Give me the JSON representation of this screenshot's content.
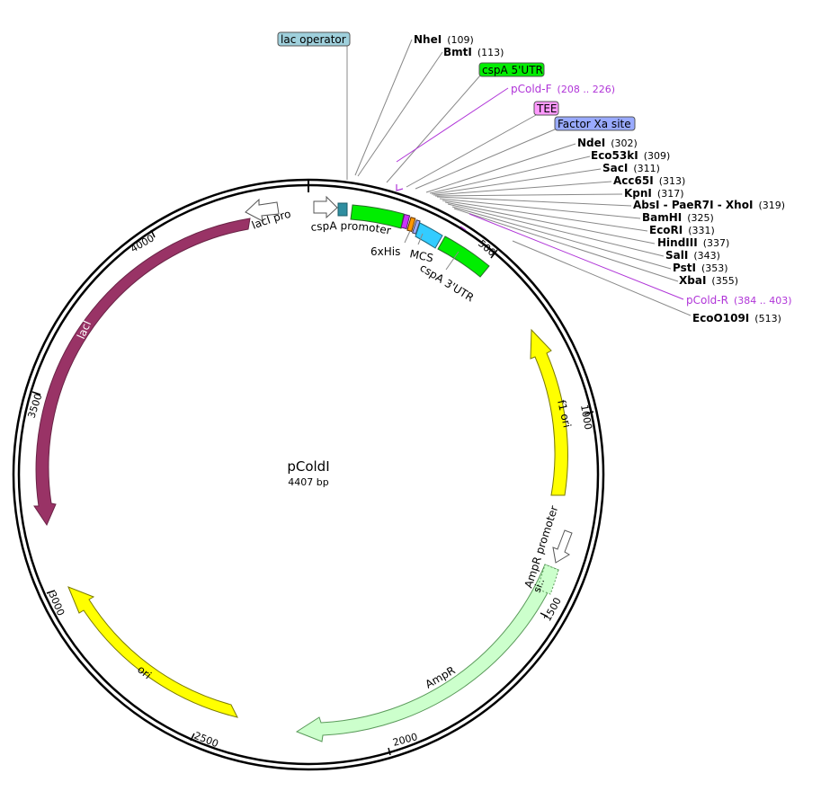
{
  "map": {
    "name": "pColdI",
    "size": "4407 bp"
  },
  "ticks": [
    "500",
    "1000",
    "1500",
    "2000",
    "2500",
    "3000",
    "3500",
    "4000"
  ],
  "features": {
    "lacI": "lacI",
    "lacI_promoter": "lacI promoter",
    "cspA_promoter": "cspA promoter",
    "his": "6xHis",
    "mcs": "MCS",
    "utr3": "cspA 3'UTR",
    "f1ori": "f1 ori",
    "ampr_promoter": "AmpR promoter",
    "signal": "si..",
    "ampr": "AmpR",
    "ori": "ori"
  },
  "boxed_features": {
    "lac_operator": "lac operator",
    "utr5": "cspA 5'UTR",
    "tee": "TEE",
    "factor_xa": "Factor Xa site"
  },
  "sites": [
    {
      "name": "NheI",
      "pos": "(109)"
    },
    {
      "name": "BmtI",
      "pos": "(113)"
    },
    {
      "name": "NdeI",
      "pos": "(302)"
    },
    {
      "name": "Eco53kI",
      "pos": "(309)"
    },
    {
      "name": "SacI",
      "pos": "(311)"
    },
    {
      "name": "Acc65I",
      "pos": "(313)"
    },
    {
      "name": "KpnI",
      "pos": "(317)"
    },
    {
      "name": "AbsI - PaeR7I - XhoI",
      "pos": "(319)"
    },
    {
      "name": "BamHI",
      "pos": "(325)"
    },
    {
      "name": "EcoRI",
      "pos": "(331)"
    },
    {
      "name": "HindIII",
      "pos": "(337)"
    },
    {
      "name": "SalI",
      "pos": "(343)"
    },
    {
      "name": "PstI",
      "pos": "(353)"
    },
    {
      "name": "XbaI",
      "pos": "(355)"
    },
    {
      "name": "EcoO109I",
      "pos": "(513)"
    }
  ],
  "primers": [
    {
      "name": "pCold-F",
      "pos": "(208 .. 226)"
    },
    {
      "name": "pCold-R",
      "pos": "(384 .. 403)"
    }
  ],
  "colors": {
    "lacI": "#993366",
    "ori": "#ffff00",
    "ampr": "#ccffcc",
    "utr": "#00ee00",
    "operator": "#2f8ea0",
    "his": "#cc33ff",
    "mcs": "#33ccff",
    "tee": "#ff99ff",
    "factor_xa": "#99aaff",
    "lac_operator_box": "#9fd0dc",
    "primer": "#b035d8"
  }
}
